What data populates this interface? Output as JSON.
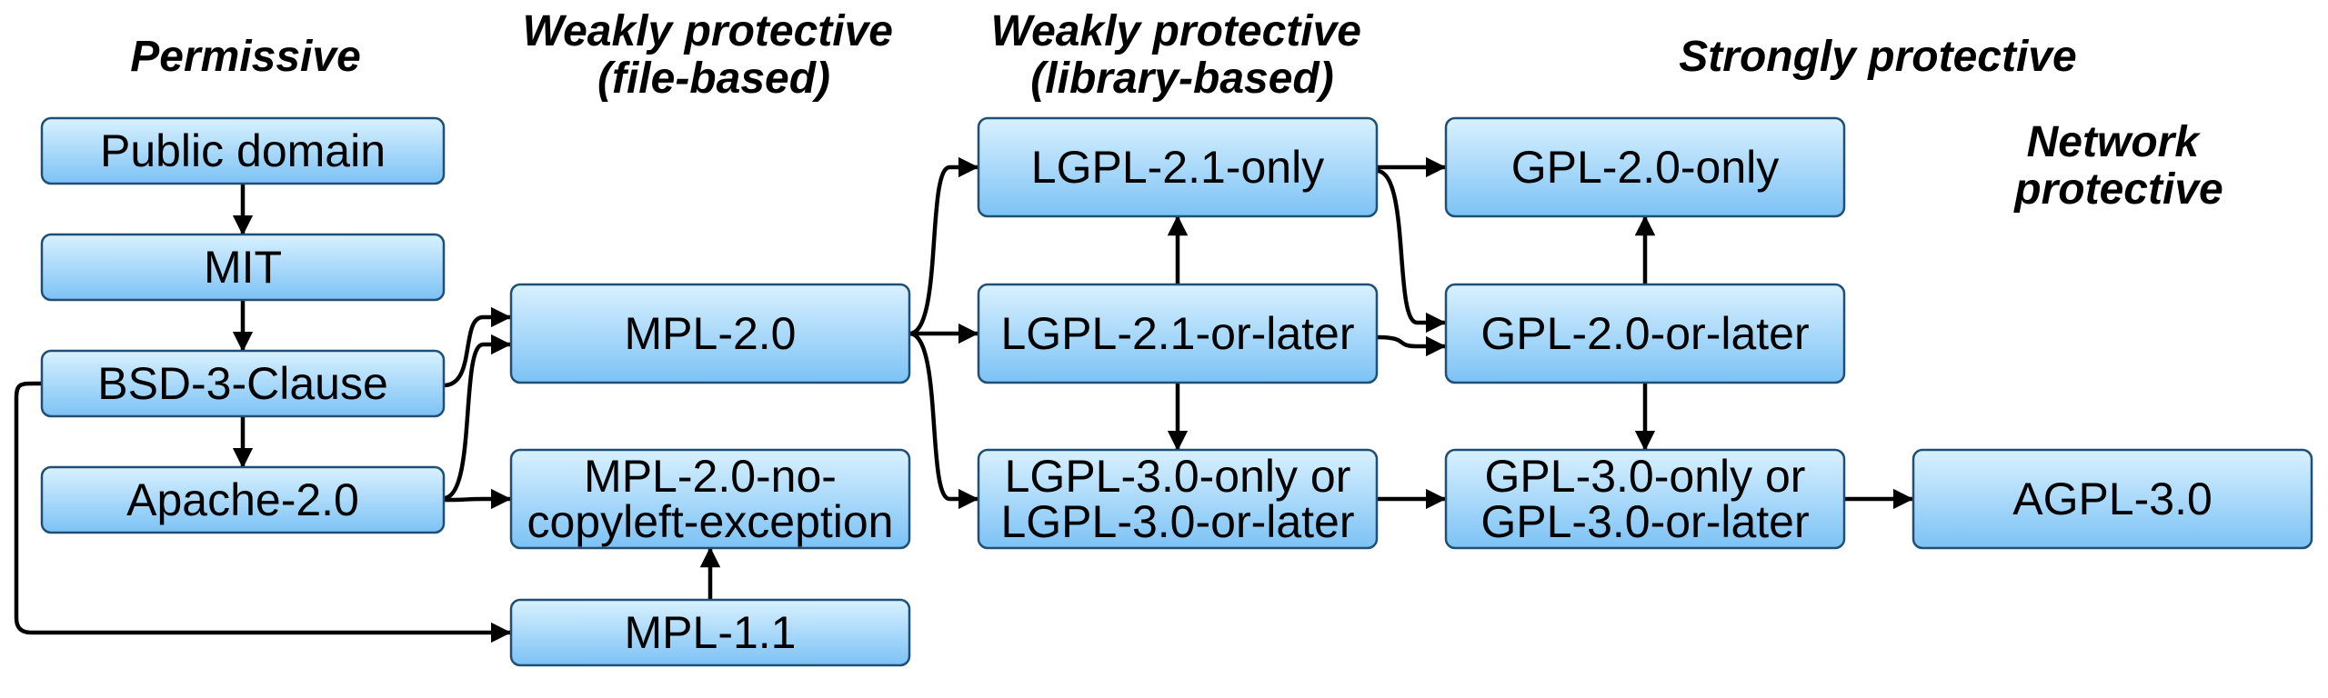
{
  "headings": {
    "permissive": "Permissive",
    "weak_file": [
      "Weakly protective",
      "(file-based)"
    ],
    "weak_library": [
      "Weakly protective",
      "(library-based)"
    ],
    "strong": "Strongly protective",
    "network": [
      "Network",
      "protective"
    ]
  },
  "nodes": {
    "public_domain": [
      "Public domain"
    ],
    "mit": [
      "MIT"
    ],
    "bsd3": [
      "BSD-3-Clause"
    ],
    "apache2": [
      "Apache-2.0"
    ],
    "mpl2": [
      "MPL-2.0"
    ],
    "mpl2_ncl": [
      "MPL-2.0-no-",
      "copyleft-exception"
    ],
    "mpl11": [
      "MPL-1.1"
    ],
    "lgpl21_only": [
      "LGPL-2.1-only"
    ],
    "lgpl21_later": [
      "LGPL-2.1-or-later"
    ],
    "lgpl3": [
      "LGPL-3.0-only or",
      "LGPL-3.0-or-later"
    ],
    "gpl2_only": [
      "GPL-2.0-only"
    ],
    "gpl2_later": [
      "GPL-2.0-or-later"
    ],
    "gpl3": [
      "GPL-3.0-only or",
      "GPL-3.0-or-later"
    ],
    "agpl3": [
      "AGPL-3.0"
    ]
  },
  "edges": [
    [
      "public_domain",
      "mit"
    ],
    [
      "mit",
      "bsd3"
    ],
    [
      "bsd3",
      "apache2"
    ],
    [
      "bsd3",
      "mpl2"
    ],
    [
      "bsd3",
      "mpl11"
    ],
    [
      "apache2",
      "mpl2"
    ],
    [
      "apache2",
      "mpl2_ncl"
    ],
    [
      "mpl11",
      "mpl2_ncl"
    ],
    [
      "mpl2",
      "lgpl21_only"
    ],
    [
      "mpl2",
      "lgpl21_later"
    ],
    [
      "mpl2",
      "lgpl3"
    ],
    [
      "lgpl21_later",
      "lgpl21_only"
    ],
    [
      "lgpl21_later",
      "lgpl3"
    ],
    [
      "lgpl21_only",
      "gpl2_only"
    ],
    [
      "lgpl21_only",
      "gpl2_later"
    ],
    [
      "lgpl21_later",
      "gpl2_later"
    ],
    [
      "lgpl3",
      "gpl3"
    ],
    [
      "gpl2_later",
      "gpl2_only"
    ],
    [
      "gpl2_later",
      "gpl3"
    ],
    [
      "gpl3",
      "agpl3"
    ]
  ],
  "colors": {
    "box_top": "#d9f1ff",
    "box_bottom": "#7cc2f5",
    "box_border": "#1f4f74",
    "edge": "#000000"
  }
}
